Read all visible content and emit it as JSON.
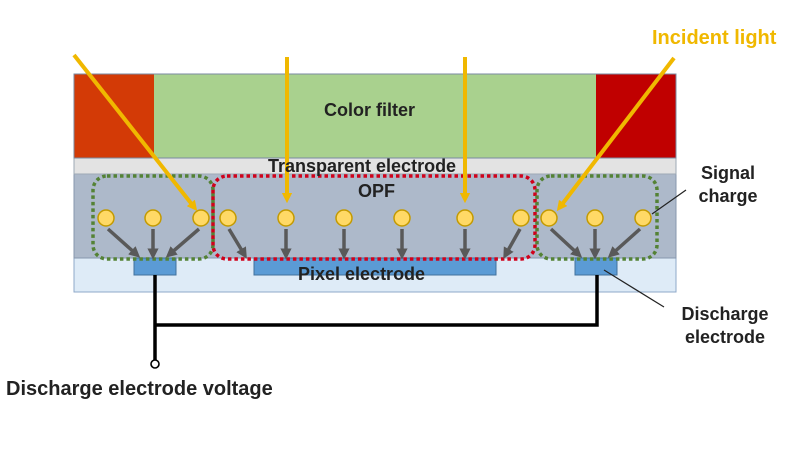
{
  "labels": {
    "color_filter": "Color filter",
    "transparent_electrode": "Transparent electrode",
    "opf": "OPF",
    "pixel_electrode": "Pixel electrode",
    "incident_light": "Incident light",
    "signal_charge": "Signal\ncharge",
    "discharge_electrode": "Discharge\nelectrode",
    "discharge_electrode_voltage": "Discharge electrode voltage"
  },
  "colors": {
    "red_filter_left": "#d33a06",
    "red_filter_right": "#c00000",
    "green_filter": "#a9d18e",
    "transparent_electrode": "#e3e3e3",
    "opf_layer": "#adb9ca",
    "substrate": "#deebf7",
    "electrode": "#5b9bd5",
    "light_ray": "#f0b800",
    "incident_light_text": "#f0b800",
    "charge_fill": "#ffd966",
    "charge_stroke": "#c49a00",
    "charge_arrow": "#595959",
    "green_dotted_box": "#548235",
    "red_dotted_box": "#d0021b",
    "wiring": "#000000"
  }
}
